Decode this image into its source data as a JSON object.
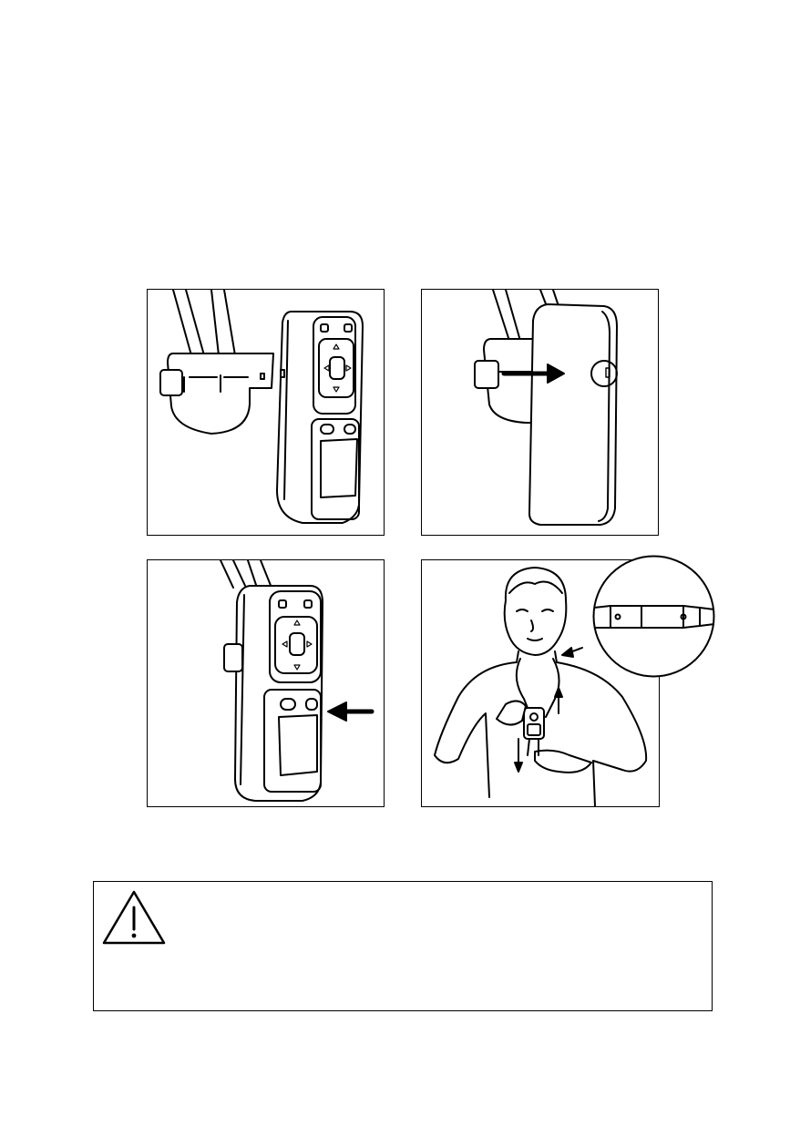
{
  "illustrations": [
    {
      "name": "attach-device-to-clip"
    },
    {
      "name": "slide-device-onto-clip"
    },
    {
      "name": "device-attached"
    },
    {
      "name": "wearing-on-neck-cord"
    }
  ],
  "warning": {
    "icon": "warning-triangle-icon",
    "text": ""
  }
}
